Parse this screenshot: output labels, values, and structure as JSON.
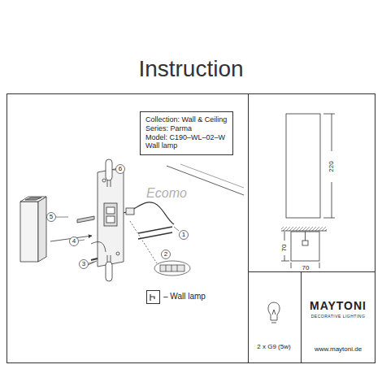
{
  "diagram": {
    "title": "Instruction",
    "nodes": [
      {
        "text": [
          "Collection: Wall & Ceiling",
          "Series: Parma",
          "Model: C190–WL–02–W",
          "Wall lamp"
        ]
      }
    ],
    "labels": [
      "Ecomo",
      "6",
      "5",
      "4",
      "3",
      "1",
      "2",
      "220",
      "70",
      "70",
      "2 x G9 (5w)",
      "MAYTONI",
      "DECORATIVE LIGHTING",
      "www.maytoni.de"
    ],
    "legend": [
      {
        "text": "– Wall lamp"
      }
    ]
  }
}
